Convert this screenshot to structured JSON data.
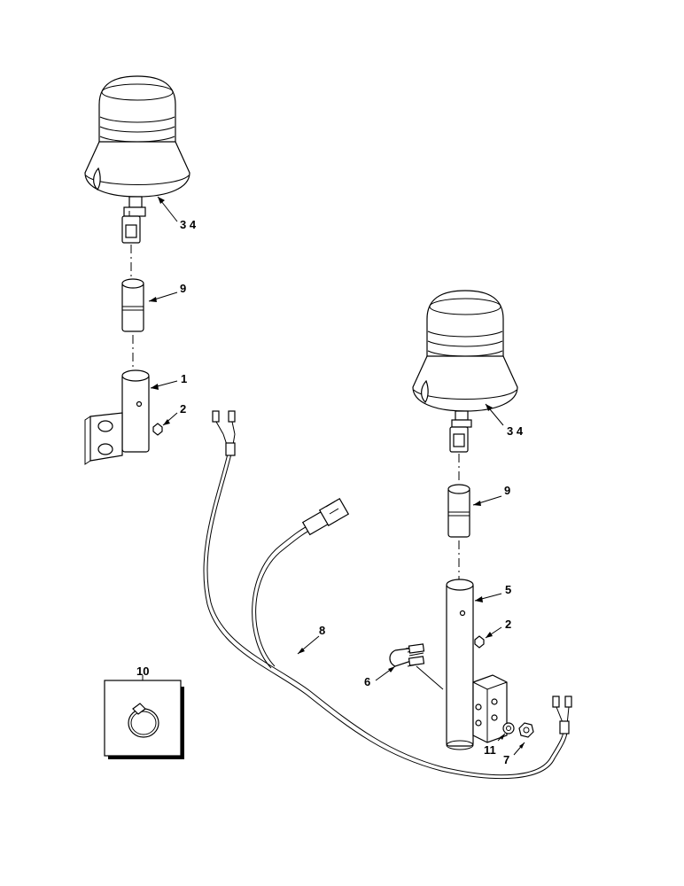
{
  "callouts": {
    "beacon_upper": "3   4",
    "beacon_lower": "3   4",
    "sleeve_upper": "9",
    "sleeve_lower": "9",
    "mount_bracket": "1",
    "set_screw_upper": "2",
    "set_screw_lower": "2",
    "mast_tube": "5",
    "u_bolt": "6",
    "nut": "7",
    "harness": "8",
    "clamp": "10",
    "washer": "11"
  },
  "colors": {
    "ink": "#000000",
    "paper": "#ffffff"
  }
}
